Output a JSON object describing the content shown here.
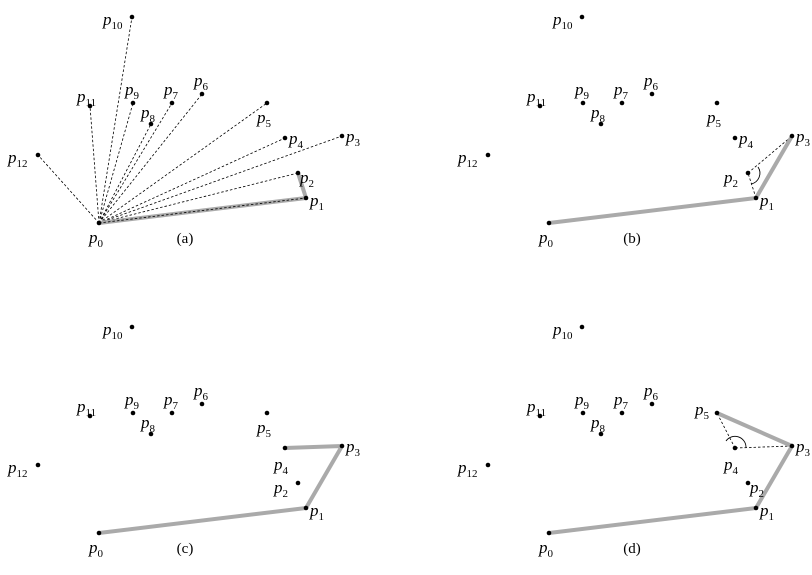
{
  "panels": [
    {
      "id": "a",
      "caption": "(a)",
      "points": [
        {
          "label": "p",
          "sub": "0"
        },
        {
          "label": "p",
          "sub": "1"
        },
        {
          "label": "p",
          "sub": "2"
        },
        {
          "label": "p",
          "sub": "3"
        },
        {
          "label": "p",
          "sub": "4"
        },
        {
          "label": "p",
          "sub": "5"
        },
        {
          "label": "p",
          "sub": "6"
        },
        {
          "label": "p",
          "sub": "7"
        },
        {
          "label": "p",
          "sub": "8"
        },
        {
          "label": "p",
          "sub": "9"
        },
        {
          "label": "p",
          "sub": "10"
        },
        {
          "label": "p",
          "sub": "11"
        },
        {
          "label": "p",
          "sub": "12"
        }
      ],
      "hull_path": [
        "0",
        "1",
        "2"
      ],
      "dashed_rays": [
        "1",
        "2",
        "3",
        "4",
        "5",
        "6",
        "7",
        "8",
        "9",
        "10",
        "11",
        "12"
      ]
    },
    {
      "id": "b",
      "caption": "(b)",
      "points": [
        {
          "label": "p",
          "sub": "0"
        },
        {
          "label": "p",
          "sub": "1"
        },
        {
          "label": "p",
          "sub": "2"
        },
        {
          "label": "p",
          "sub": "3"
        },
        {
          "label": "p",
          "sub": "4"
        },
        {
          "label": "p",
          "sub": "5"
        },
        {
          "label": "p",
          "sub": "6"
        },
        {
          "label": "p",
          "sub": "7"
        },
        {
          "label": "p",
          "sub": "8"
        },
        {
          "label": "p",
          "sub": "9"
        },
        {
          "label": "p",
          "sub": "10"
        },
        {
          "label": "p",
          "sub": "11"
        },
        {
          "label": "p",
          "sub": "12"
        }
      ],
      "hull_path": [
        "0",
        "1",
        "3"
      ],
      "dashed_triangle": [
        "1",
        "2",
        "3"
      ],
      "angle_at": "2"
    },
    {
      "id": "c",
      "caption": "(c)",
      "points": [
        {
          "label": "p",
          "sub": "0"
        },
        {
          "label": "p",
          "sub": "1"
        },
        {
          "label": "p",
          "sub": "2"
        },
        {
          "label": "p",
          "sub": "3"
        },
        {
          "label": "p",
          "sub": "4"
        },
        {
          "label": "p",
          "sub": "5"
        },
        {
          "label": "p",
          "sub": "6"
        },
        {
          "label": "p",
          "sub": "7"
        },
        {
          "label": "p",
          "sub": "8"
        },
        {
          "label": "p",
          "sub": "9"
        },
        {
          "label": "p",
          "sub": "10"
        },
        {
          "label": "p",
          "sub": "11"
        },
        {
          "label": "p",
          "sub": "12"
        }
      ],
      "hull_path": [
        "0",
        "1",
        "3",
        "4"
      ]
    },
    {
      "id": "d",
      "caption": "(d)",
      "points": [
        {
          "label": "p",
          "sub": "0"
        },
        {
          "label": "p",
          "sub": "1"
        },
        {
          "label": "p",
          "sub": "2"
        },
        {
          "label": "p",
          "sub": "3"
        },
        {
          "label": "p",
          "sub": "4"
        },
        {
          "label": "p",
          "sub": "5"
        },
        {
          "label": "p",
          "sub": "6"
        },
        {
          "label": "p",
          "sub": "7"
        },
        {
          "label": "p",
          "sub": "8"
        },
        {
          "label": "p",
          "sub": "9"
        },
        {
          "label": "p",
          "sub": "10"
        },
        {
          "label": "p",
          "sub": "11"
        },
        {
          "label": "p",
          "sub": "12"
        }
      ],
      "hull_path": [
        "0",
        "1",
        "3",
        "5"
      ],
      "dashed_triangle": [
        "3",
        "4",
        "5"
      ],
      "angle_at": "4"
    }
  ],
  "colors": {
    "hull": "#aaaaaa",
    "dash": "#000000",
    "point": "#000000"
  }
}
